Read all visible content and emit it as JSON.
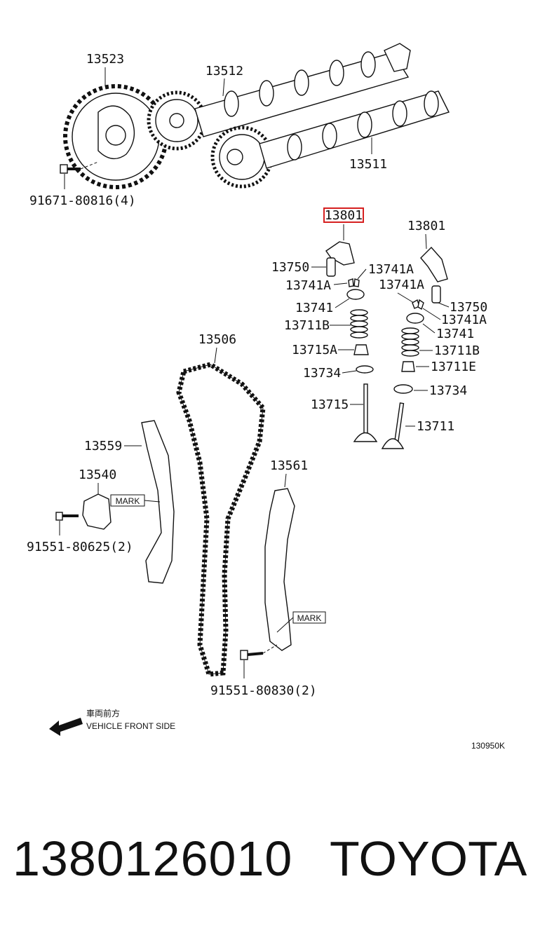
{
  "diagram": {
    "highlight_color": "#d62020",
    "labels": {
      "p13523": "13523",
      "p13512": "13512",
      "p13511": "13511",
      "bolt_cam": "91671-80816(4)",
      "p13801_hl": "13801",
      "p13801": "13801",
      "p13750_l": "13750",
      "p13741A_1": "13741A",
      "p13741A_2": "13741A",
      "p13741A_3": "13741A",
      "p13750_r": "13750",
      "p13741A_4": "13741A",
      "p13741_l": "13741",
      "p13741_r": "13741",
      "p13711B_l": "13711B",
      "p13711B_r": "13711B",
      "p13715A": "13715A",
      "p13711E": "13711E",
      "p13734_l": "13734",
      "p13734_r": "13734",
      "p13715": "13715",
      "p13711": "13711",
      "p13506": "13506",
      "p13559": "13559",
      "p13540": "13540",
      "mark_1": "MARK",
      "bolt_tens": "91551-80625(2)",
      "p13561": "13561",
      "mark_2": "MARK",
      "bolt_guide": "91551-80830(2)",
      "front_jp": "車両前方",
      "front_en": "VEHICLE FRONT SIDE",
      "fig_code": "130950K"
    }
  },
  "footer": {
    "part_number": "1380126010",
    "brand": "TOYOTA"
  }
}
